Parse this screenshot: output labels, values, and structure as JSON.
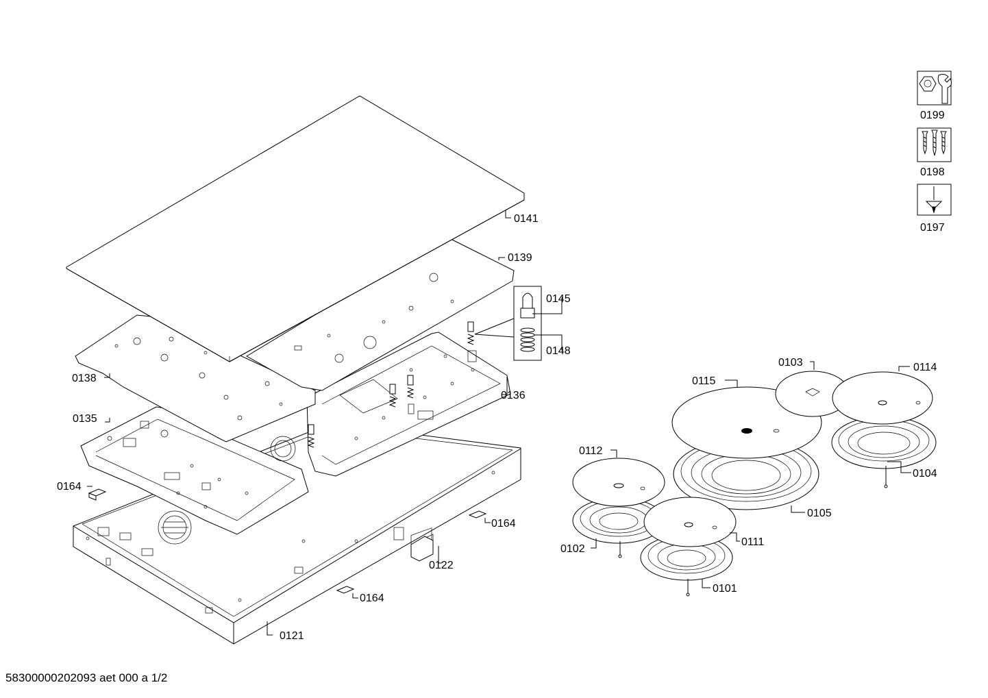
{
  "diagram": {
    "part_labels": {
      "p0141": "0141",
      "p0139": "0139",
      "p0145": "0145",
      "p0148": "0148",
      "p0138": "0138",
      "p0136": "0136",
      "p0135": "0135",
      "p0164a": "0164",
      "p0164b": "0164",
      "p0164c": "0164",
      "p0122": "0122",
      "p0121": "0121",
      "p0103": "0103",
      "p0114": "0114",
      "p0115": "0115",
      "p0112": "0112",
      "p0104": "0104",
      "p0105": "0105",
      "p0111": "0111",
      "p0102": "0102",
      "p0101": "0101"
    },
    "tool_icons": [
      {
        "label": "0199",
        "icon": "wrench-nut-icon"
      },
      {
        "label": "0198",
        "icon": "screws-icon"
      },
      {
        "label": "0197",
        "icon": "screwdriver-icon"
      }
    ]
  },
  "footer": {
    "doc_ref": "58300000202093 aet 000 a 1/2"
  }
}
